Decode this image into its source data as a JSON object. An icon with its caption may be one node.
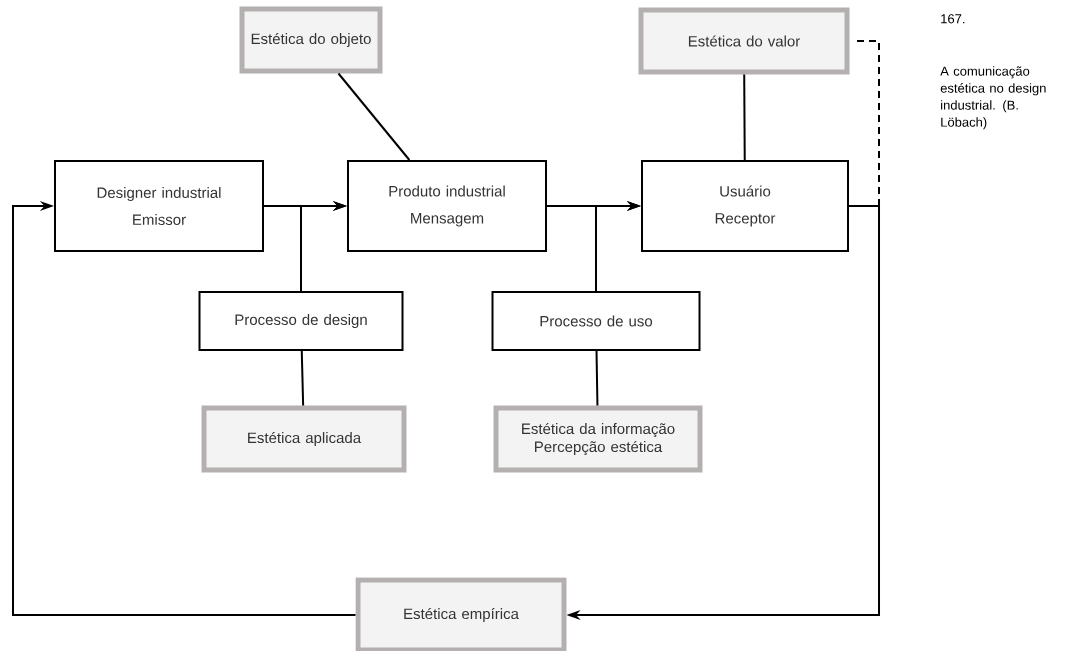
{
  "diagram": {
    "caption": "A comunicação estética no design industrial. (B. Löbach)",
    "nodes": [
      {
        "text": [
          "Estética do objeto"
        ]
      },
      {
        "text": [
          "Estética do valor"
        ]
      },
      {
        "text": [
          "Designer industrial",
          "Emissor"
        ]
      },
      {
        "text": [
          "Produto industrial",
          "Mensagem"
        ]
      },
      {
        "text": [
          "Usuário",
          "Receptor"
        ]
      },
      {
        "text": [
          "Processo de design"
        ]
      },
      {
        "text": [
          "Processo de uso"
        ]
      },
      {
        "text": [
          "Estética aplicada"
        ]
      },
      {
        "text": [
          "Estética da informação",
          "Percepção estética"
        ]
      },
      {
        "text": [
          "Estética empírica"
        ]
      }
    ],
    "edges": [
      {
        "from": 0,
        "to": 3,
        "arrow": "none"
      },
      {
        "from": 1,
        "to": 4,
        "arrow": "none"
      },
      {
        "from": 2,
        "to": 3,
        "arrow": "to"
      },
      {
        "from": 3,
        "to": 4,
        "arrow": "to"
      },
      {
        "from": 5,
        "to": 3,
        "arrow": "to"
      },
      {
        "from": 6,
        "to": 4,
        "arrow": "to"
      },
      {
        "from": 5,
        "to": 7,
        "arrow": "none"
      },
      {
        "from": 6,
        "to": 8,
        "arrow": "none"
      },
      {
        "from": 4,
        "to": 9,
        "arrow": "to"
      },
      {
        "from": 9,
        "to": 2,
        "arrow": "to"
      },
      {
        "from": 4,
        "to": 1,
        "arrow": "none",
        "style": "dashed"
      }
    ],
    "labels": [
      "167."
    ]
  }
}
